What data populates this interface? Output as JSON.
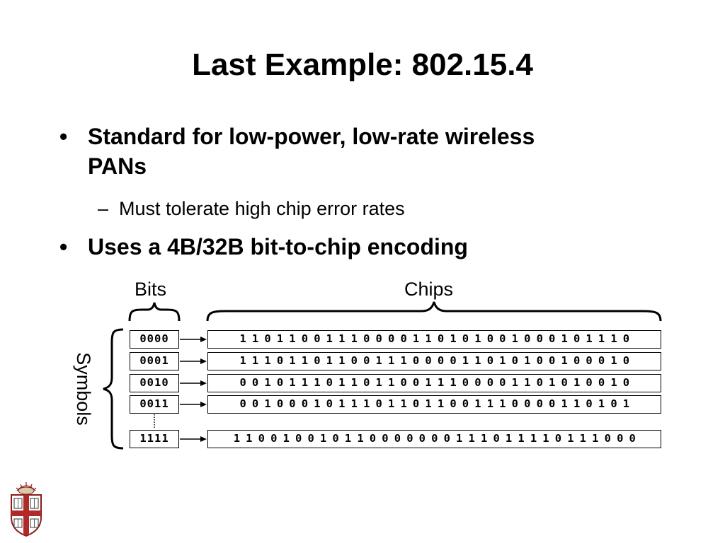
{
  "slide": {
    "title": "Last Example: 802.15.4",
    "bullets": [
      {
        "mark": "•",
        "text_line1": "Standard for low-power, low-rate wireless",
        "text_line2": "PANs",
        "sub": {
          "mark": "–",
          "text": "Must tolerate high chip error rates"
        }
      },
      {
        "mark": "•",
        "text": "Uses a 4B/32B bit-to-chip encoding"
      }
    ]
  },
  "diagram": {
    "bits_label": "Bits",
    "chips_label": "Chips",
    "symbols_label": "Symbols",
    "rows": [
      {
        "bits": "0000",
        "chips": "1 1 0 1 1 0 0 1 1 1 0 0 0 0 1 1 0 1 0 1 0 0 1 0 0 0 1 0 1 1 1 0"
      },
      {
        "bits": "0001",
        "chips": "1 1 1 0 1 1 0 1 1 0 0 1 1 1 0 0 0 0 1 1 0 1 0 1 0 0 1 0 0 0 1 0"
      },
      {
        "bits": "0010",
        "chips": "0 0 1 0 1 1 1 0 1 1 0 1 1 0 0 1 1 1 0 0 0 0 1 1 0 1 0 1 0 0 1 0"
      },
      {
        "bits": "0011",
        "chips": "0 0 1 0 0 0 1 0 1 1 1 0 1 1 0 1 1 0 0 1 1 1 0 0 0 0 1 1 0 1 0 1"
      },
      {
        "bits": "1111",
        "chips": "1 1 0 0 1 0 0 1 0 1 1 0 0 0 0 0 0 0 1 1 1 0 1 1 1 1 0 1 1 1 0 0 0"
      }
    ]
  },
  "logo": {
    "icon": "university-shield-icon"
  }
}
